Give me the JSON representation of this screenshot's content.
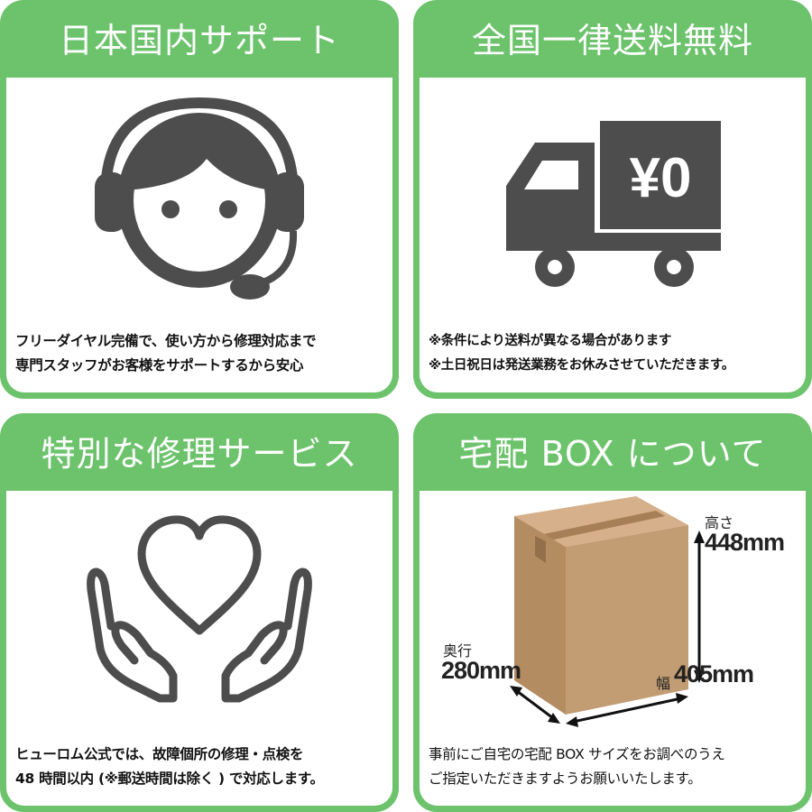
{
  "cards": [
    {
      "title": "日本国内サポート",
      "icon": "headset-support-icon",
      "lines": [
        "フリーダイヤル完備で、使い方から修理対応まで",
        "専門スタッフがお客様をサポートするから安心"
      ]
    },
    {
      "title": "全国一律送料無料",
      "icon": "truck-free-shipping-icon",
      "truck_label": "¥0",
      "lines": [
        "※条件により送料が異なる場合があります",
        "※土日祝日は発送業務をお休みさせていただきます。"
      ]
    },
    {
      "title": "特別な修理サービス",
      "icon": "hands-heart-icon",
      "lines": [
        "ヒューロム公式では、故障個所の修理・点検を",
        "48 時間以内 (※郵送時間は除く ) で対応します。"
      ]
    },
    {
      "title": "宅配 BOX について",
      "icon": "cardboard-box-icon",
      "height_label": "高さ",
      "height_value": "448mm",
      "depth_label": "奥行",
      "depth_value": "280mm",
      "width_label": "幅",
      "width_value": "405mm",
      "lines": [
        "事前にご自宅の宅配 BOX サイズをお調べのうえ",
        "ご指定いただきますようお願いいたします。"
      ]
    }
  ],
  "colors": {
    "accent_green": "#6cc36c",
    "icon_gray": "#4d4d4d",
    "box_tan": "#c9a47c"
  }
}
